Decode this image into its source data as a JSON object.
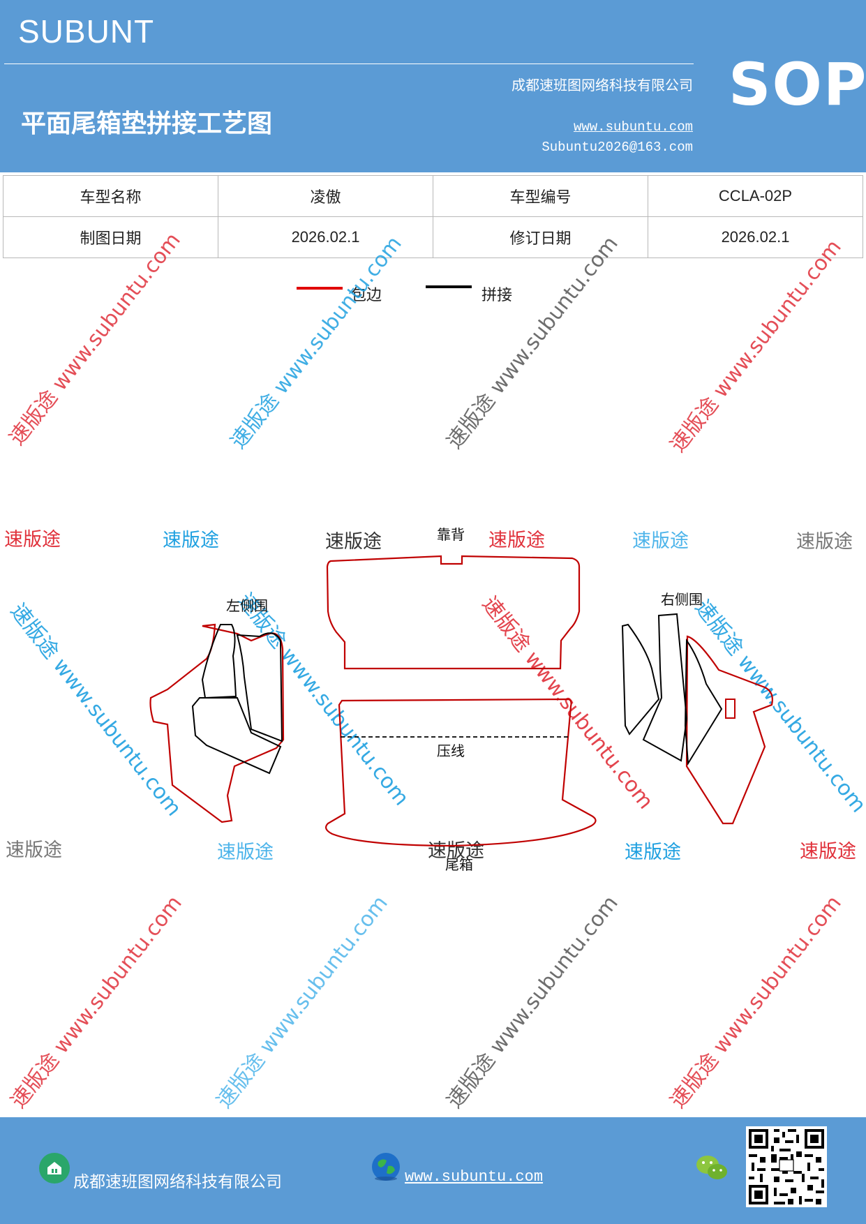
{
  "header": {
    "brand": "SUBUNT",
    "title": "平面尾箱垫拼接工艺图",
    "company": "成都速班图网络科技有限公司",
    "website": "www.subuntu.com",
    "email": "Subuntu2026@163.com",
    "badge": "SOP"
  },
  "info_table": {
    "rows": [
      {
        "label1": "车型名称",
        "value1": "凌傲",
        "label2": "车型编号",
        "value2": "CCLA-02P"
      },
      {
        "label1": "制图日期",
        "value1": "2026.02.1",
        "label2": "修订日期",
        "value2": "2026.02.1"
      }
    ]
  },
  "legend": {
    "items": [
      {
        "label": "包边",
        "color": "#e00000"
      },
      {
        "label": "拼接",
        "color": "#000000"
      }
    ]
  },
  "drawing": {
    "labels": {
      "back": "靠背",
      "left_side": "左侧围",
      "right_side": "右侧围",
      "crease": "压线",
      "trunk": "尾箱"
    },
    "colors": {
      "edge": "#c00000",
      "seam": "#000000"
    }
  },
  "watermark": {
    "brand": "速版途",
    "url": "速版途 www.subuntu.com",
    "colors": {
      "red": "#e0303a",
      "blue": "#1fa0e0",
      "gray": "#555555",
      "lightblue": "#4db4ea"
    }
  },
  "footer": {
    "company": "成都速班图网络科技有限公司",
    "website": "www.subuntu.com"
  }
}
